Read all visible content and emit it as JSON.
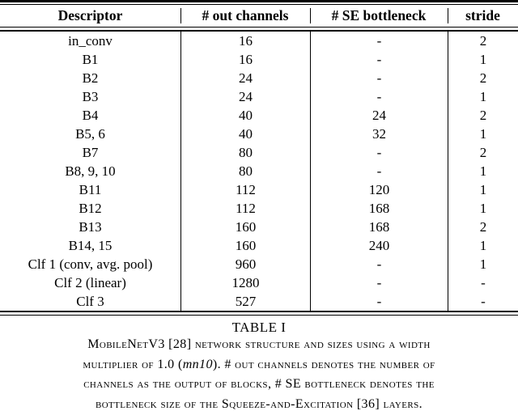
{
  "table": {
    "columns": [
      "Descriptor",
      "# out channels",
      "# SE bottleneck",
      "stride"
    ],
    "rows": [
      {
        "descriptor": "in_conv",
        "out_channels": "16",
        "se_bottleneck": "-",
        "stride": "2"
      },
      {
        "descriptor": "B1",
        "out_channels": "16",
        "se_bottleneck": "-",
        "stride": "1"
      },
      {
        "descriptor": "B2",
        "out_channels": "24",
        "se_bottleneck": "-",
        "stride": "2"
      },
      {
        "descriptor": "B3",
        "out_channels": "24",
        "se_bottleneck": "-",
        "stride": "1"
      },
      {
        "descriptor": "B4",
        "out_channels": "40",
        "se_bottleneck": "24",
        "stride": "2"
      },
      {
        "descriptor": "B5, 6",
        "out_channels": "40",
        "se_bottleneck": "32",
        "stride": "1"
      },
      {
        "descriptor": "B7",
        "out_channels": "80",
        "se_bottleneck": "-",
        "stride": "2"
      },
      {
        "descriptor": "B8, 9, 10",
        "out_channels": "80",
        "se_bottleneck": "-",
        "stride": "1"
      },
      {
        "descriptor": "B11",
        "out_channels": "112",
        "se_bottleneck": "120",
        "stride": "1"
      },
      {
        "descriptor": "B12",
        "out_channels": "112",
        "se_bottleneck": "168",
        "stride": "1"
      },
      {
        "descriptor": "B13",
        "out_channels": "160",
        "se_bottleneck": "168",
        "stride": "2"
      },
      {
        "descriptor": "B14, 15",
        "out_channels": "160",
        "se_bottleneck": "240",
        "stride": "1"
      },
      {
        "descriptor": "Clf 1 (conv, avg. pool)",
        "out_channels": "960",
        "se_bottleneck": "-",
        "stride": "1"
      },
      {
        "descriptor": "Clf 2 (linear)",
        "out_channels": "1280",
        "se_bottleneck": "-",
        "stride": "-"
      },
      {
        "descriptor": "Clf 3",
        "out_channels": "527",
        "se_bottleneck": "-",
        "stride": "-"
      }
    ]
  },
  "caption": {
    "label": "TABLE I",
    "line1": "MobileNetV3 [28] network structure and sizes using a width",
    "line2_pre": "multiplier of 1.0 (",
    "line2_italic": "mn10",
    "line2_post": "). # out channels denotes the number of",
    "line3": "channels as the output of blocks, # SE bottleneck denotes the",
    "line4": "bottleneck size of the Squeeze-and-Excitation [36] layers."
  }
}
